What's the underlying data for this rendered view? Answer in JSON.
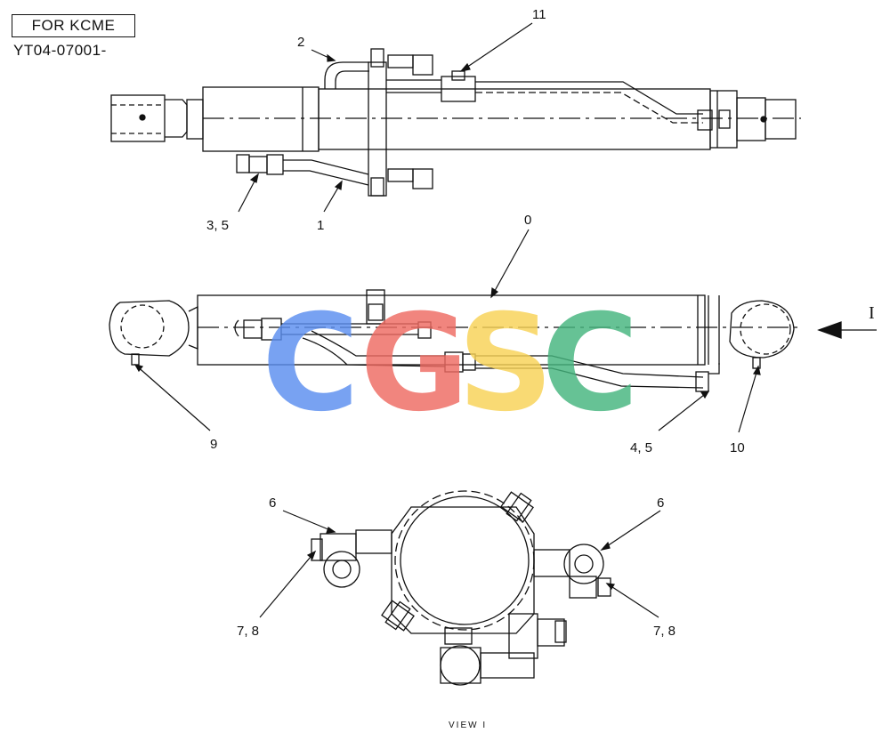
{
  "header": {
    "title": "FOR KCME",
    "code": "YT04-07001-"
  },
  "callouts": {
    "c2": "2",
    "c11": "11",
    "c35": "3, 5",
    "c1": "1",
    "c0": "0",
    "c9": "9",
    "c45": "4, 5",
    "c10": "10",
    "c6a": "6",
    "c6b": "6",
    "c78a": "7, 8",
    "c78b": "7, 8"
  },
  "view": {
    "arrow_label": "I",
    "caption": "VIEW I"
  },
  "watermark": {
    "letters": [
      "C",
      "G",
      "S",
      "C"
    ],
    "colors": [
      "#5b8ef0",
      "#ef6b62",
      "#f8d256",
      "#45b57e"
    ]
  }
}
